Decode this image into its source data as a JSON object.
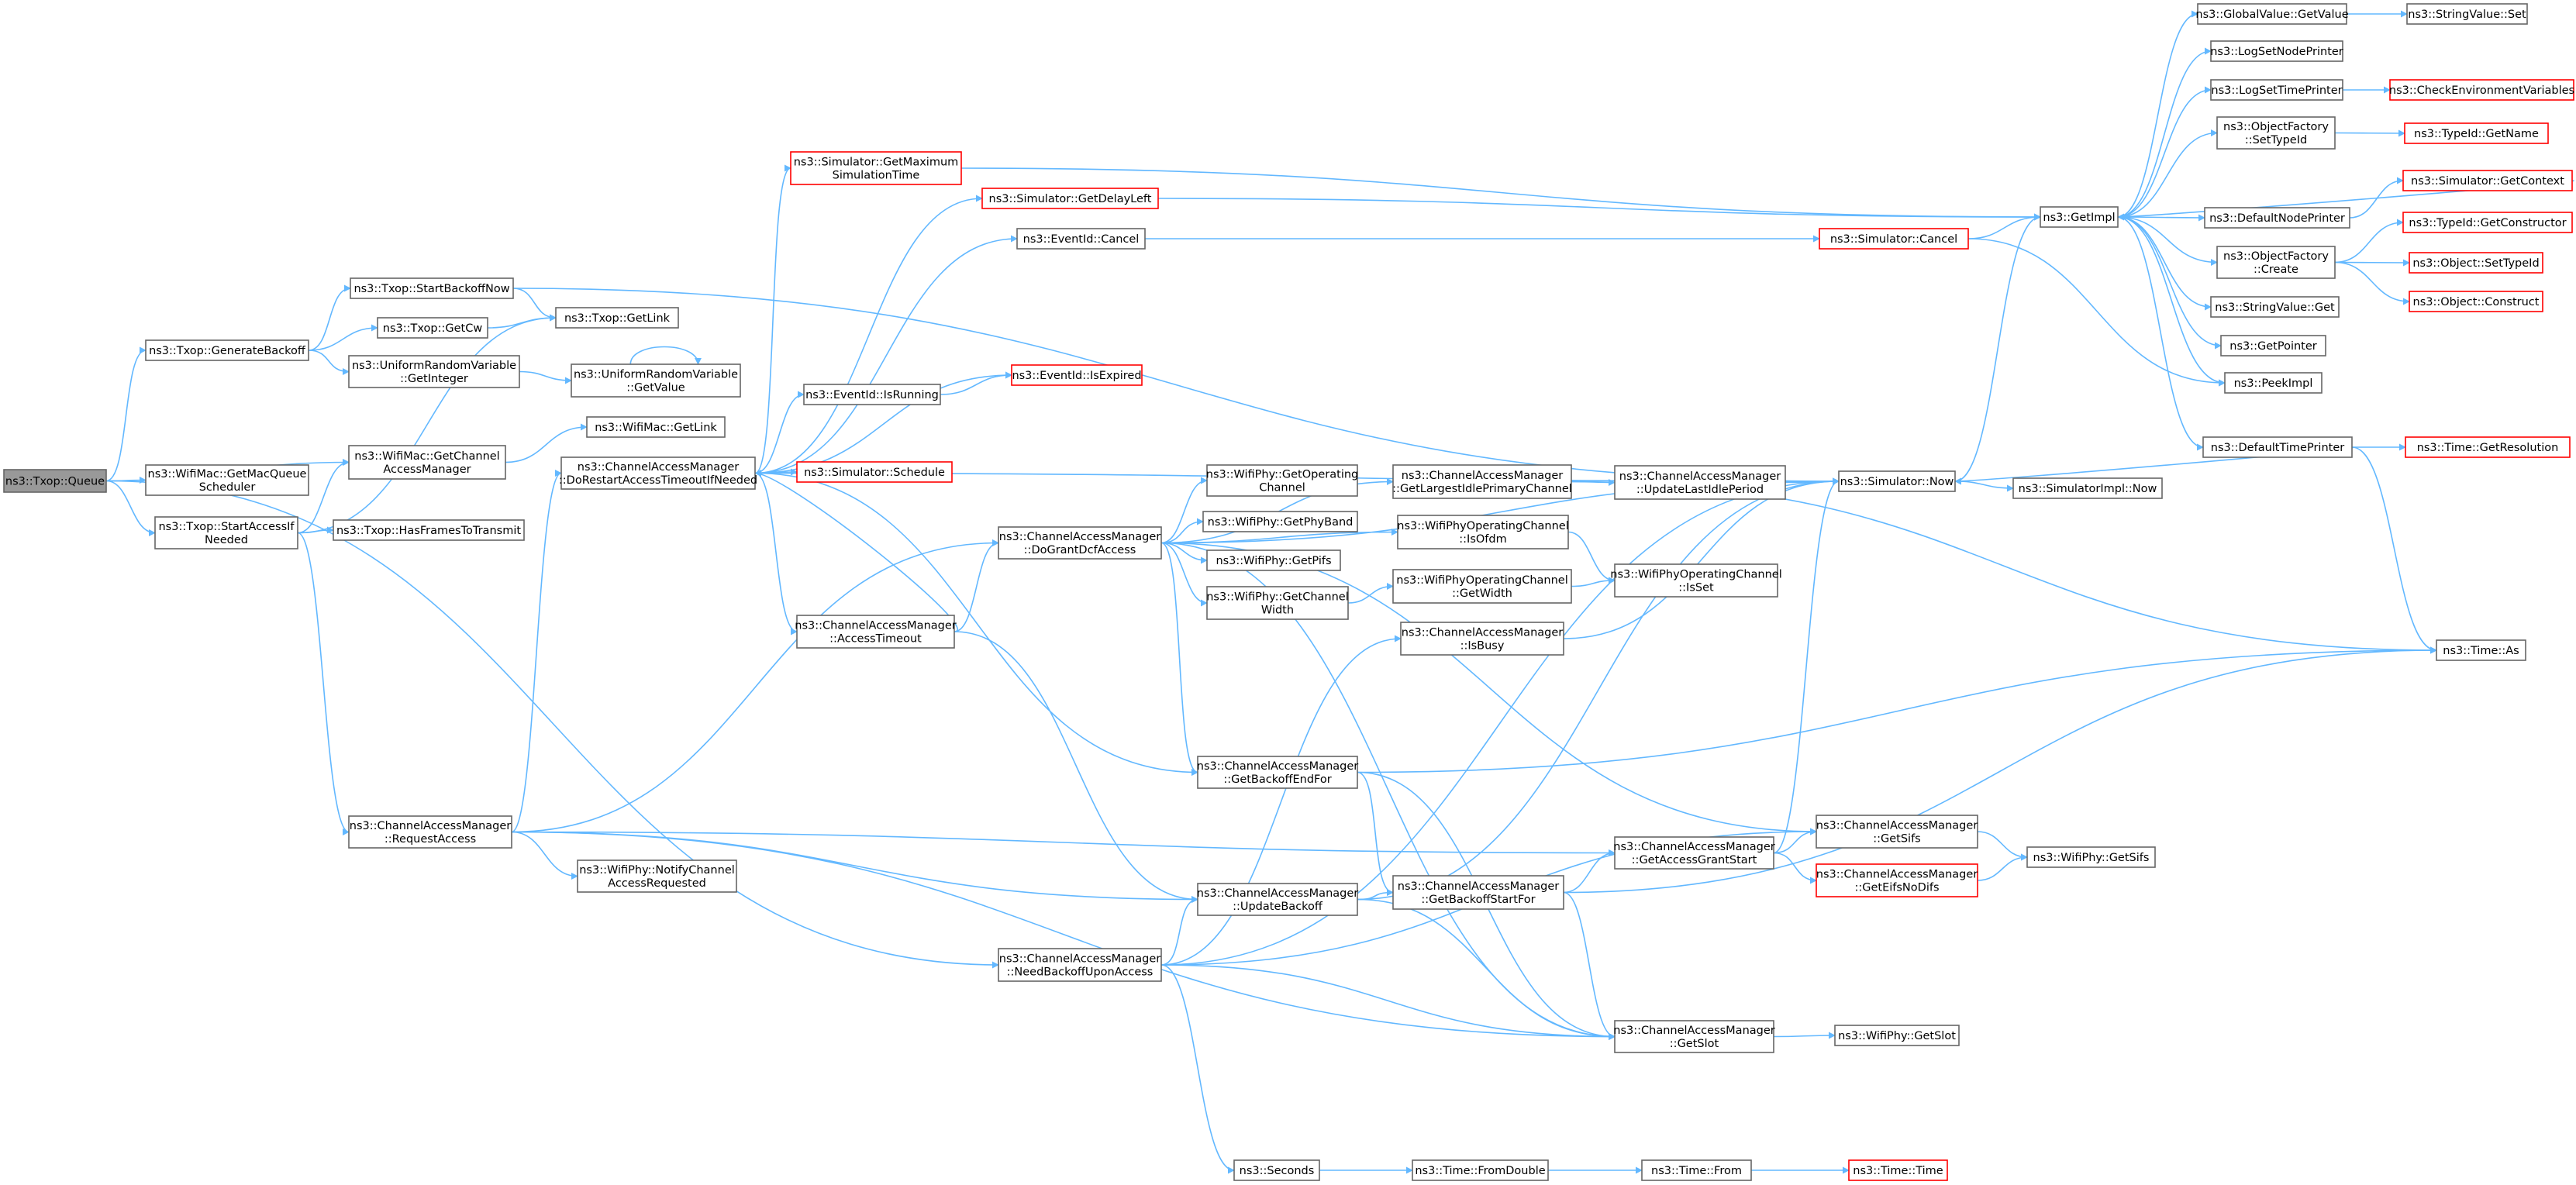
{
  "diagram": {
    "colors": {
      "edge": "#63b8ff",
      "node_border": "#666666",
      "node_border_undocumented": "#ff0000",
      "root_fill": "#999999"
    },
    "nodes": {
      "n_queue": {
        "lines": [
          "ns3::Txop::Queue"
        ],
        "kind": "root"
      },
      "n_genbackoff": {
        "lines": [
          "ns3::Txop::GenerateBackoff"
        ]
      },
      "n_getmacqueue": {
        "lines": [
          "ns3::WifiMac::GetMacQueue",
          "Scheduler"
        ]
      },
      "n_startaccess": {
        "lines": [
          "ns3::Txop::StartAccessIf",
          "Needed"
        ]
      },
      "n_startbackoffnow": {
        "lines": [
          "ns3::Txop::StartBackoffNow"
        ]
      },
      "n_getcw": {
        "lines": [
          "ns3::Txop::GetCw"
        ]
      },
      "n_urv_getinteger": {
        "lines": [
          "ns3::UniformRandomVariable",
          "::GetInteger"
        ]
      },
      "n_getchannelaccessmgr": {
        "lines": [
          "ns3::WifiMac::GetChannel",
          "AccessManager"
        ]
      },
      "n_hasframes": {
        "lines": [
          "ns3::Txop::HasFramesToTransmit"
        ]
      },
      "n_requestaccess": {
        "lines": [
          "ns3::ChannelAccessManager",
          "::RequestAccess"
        ]
      },
      "n_txop_getlink": {
        "lines": [
          "ns3::Txop::GetLink"
        ]
      },
      "n_urv_getvalue": {
        "lines": [
          "ns3::UniformRandomVariable",
          "::GetValue"
        ]
      },
      "n_wifimac_getlink": {
        "lines": [
          "ns3::WifiMac::GetLink"
        ]
      },
      "n_dorestart": {
        "lines": [
          "ns3::ChannelAccessManager",
          "::DoRestartAccessTimeoutIfNeeded"
        ]
      },
      "n_notifychannel": {
        "lines": [
          "ns3::WifiPhy::NotifyChannel",
          "AccessRequested"
        ]
      },
      "n_getmaxsim": {
        "lines": [
          "ns3::Simulator::GetMaximum",
          "SimulationTime"
        ],
        "kind": "red"
      },
      "n_getdelayleft": {
        "lines": [
          "ns3::Simulator::GetDelayLeft"
        ],
        "kind": "red"
      },
      "n_event_cancel": {
        "lines": [
          "ns3::EventId::Cancel"
        ]
      },
      "n_isrunning": {
        "lines": [
          "ns3::EventId::IsRunning"
        ]
      },
      "n_isexpired": {
        "lines": [
          "ns3::EventId::IsExpired"
        ],
        "kind": "red"
      },
      "n_schedule": {
        "lines": [
          "ns3::Simulator::Schedule"
        ],
        "kind": "red"
      },
      "n_dogrant": {
        "lines": [
          "ns3::ChannelAccessManager",
          "::DoGrantDcfAccess"
        ]
      },
      "n_accesstimeout": {
        "lines": [
          "ns3::ChannelAccessManager",
          "::AccessTimeout"
        ]
      },
      "n_needbackoff": {
        "lines": [
          "ns3::ChannelAccessManager",
          "::NeedBackoffUponAccess"
        ]
      },
      "n_seconds": {
        "lines": [
          "ns3::Seconds"
        ]
      },
      "n_getopchannel": {
        "lines": [
          "ns3::WifiPhy::GetOperating",
          "Channel"
        ]
      },
      "n_getphyband": {
        "lines": [
          "ns3::WifiPhy::GetPhyBand"
        ]
      },
      "n_getpifs": {
        "lines": [
          "ns3::WifiPhy::GetPifs"
        ]
      },
      "n_getchannelwidth": {
        "lines": [
          "ns3::WifiPhy::GetChannel",
          "Width"
        ]
      },
      "n_getbackoffend": {
        "lines": [
          "ns3::ChannelAccessManager",
          "::GetBackoffEndFor"
        ]
      },
      "n_updatebackoff": {
        "lines": [
          "ns3::ChannelAccessManager",
          "::UpdateBackoff"
        ]
      },
      "n_fromdouble": {
        "lines": [
          "ns3::Time::FromDouble"
        ]
      },
      "n_largestidle": {
        "lines": [
          "ns3::ChannelAccessManager",
          "::GetLargestIdlePrimaryChannel"
        ]
      },
      "n_isofdm": {
        "lines": [
          "ns3::WifiPhyOperatingChannel",
          "::IsOfdm"
        ]
      },
      "n_getwidth": {
        "lines": [
          "ns3::WifiPhyOperatingChannel",
          "::GetWidth"
        ]
      },
      "n_isbusy": {
        "lines": [
          "ns3::ChannelAccessManager",
          "::IsBusy"
        ]
      },
      "n_backoffstart": {
        "lines": [
          "ns3::ChannelAccessManager",
          "::GetBackoffStartFor"
        ]
      },
      "n_sim_cancel": {
        "lines": [
          "ns3::Simulator::Cancel"
        ],
        "kind": "red"
      },
      "n_updatelastidle": {
        "lines": [
          "ns3::ChannelAccessManager",
          "::UpdateLastIdlePeriod"
        ]
      },
      "n_isset": {
        "lines": [
          "ns3::WifiPhyOperatingChannel",
          "::IsSet"
        ]
      },
      "n_grantstart": {
        "lines": [
          "ns3::ChannelAccessManager",
          "::GetAccessGrantStart"
        ]
      },
      "n_getslot": {
        "lines": [
          "ns3::ChannelAccessManager",
          "::GetSlot"
        ]
      },
      "n_time_from": {
        "lines": [
          "ns3::Time::From"
        ]
      },
      "n_now": {
        "lines": [
          "ns3::Simulator::Now"
        ]
      },
      "n_getsifs": {
        "lines": [
          "ns3::ChannelAccessManager",
          "::GetSifs"
        ]
      },
      "n_geteifs": {
        "lines": [
          "ns3::ChannelAccessManager",
          "::GetEifsNoDifs"
        ],
        "kind": "red"
      },
      "n_phy_getslot": {
        "lines": [
          "ns3::WifiPhy::GetSlot"
        ]
      },
      "n_time_time": {
        "lines": [
          "ns3::Time::Time"
        ],
        "kind": "red"
      },
      "n_simimpl_now": {
        "lines": [
          "ns3::SimulatorImpl::Now"
        ]
      },
      "n_phy_getsifs": {
        "lines": [
          "ns3::WifiPhy::GetSifs"
        ]
      },
      "n_getimpl": {
        "lines": [
          "ns3::GetImpl"
        ]
      },
      "n_gv_getvalue": {
        "lines": [
          "ns3::GlobalValue::GetValue"
        ]
      },
      "n_logsetnode": {
        "lines": [
          "ns3::LogSetNodePrinter"
        ]
      },
      "n_logsettime": {
        "lines": [
          "ns3::LogSetTimePrinter"
        ]
      },
      "n_of_settypeid": {
        "lines": [
          "ns3::ObjectFactory",
          "::SetTypeId"
        ]
      },
      "n_defaultnode": {
        "lines": [
          "ns3::DefaultNodePrinter"
        ]
      },
      "n_of_create": {
        "lines": [
          "ns3::ObjectFactory",
          "::Create"
        ]
      },
      "n_sv_get": {
        "lines": [
          "ns3::StringValue::Get"
        ]
      },
      "n_getpointer": {
        "lines": [
          "ns3::GetPointer"
        ]
      },
      "n_peekimpl": {
        "lines": [
          "ns3::PeekImpl"
        ]
      },
      "n_defaulttime": {
        "lines": [
          "ns3::DefaultTimePrinter"
        ]
      },
      "n_time_as": {
        "lines": [
          "ns3::Time::As"
        ]
      },
      "n_sv_set": {
        "lines": [
          "ns3::StringValue::Set"
        ]
      },
      "n_checkenv": {
        "lines": [
          "ns3::CheckEnvironmentVariables"
        ],
        "kind": "red"
      },
      "n_typeid_getname": {
        "lines": [
          "ns3::TypeId::GetName"
        ],
        "kind": "red"
      },
      "n_getcontext": {
        "lines": [
          "ns3::Simulator::GetContext"
        ],
        "kind": "red"
      },
      "n_getconstructor": {
        "lines": [
          "ns3::TypeId::GetConstructor"
        ],
        "kind": "red"
      },
      "n_obj_settypeid": {
        "lines": [
          "ns3::Object::SetTypeId"
        ],
        "kind": "red"
      },
      "n_obj_construct": {
        "lines": [
          "ns3::Object::Construct"
        ],
        "kind": "red"
      },
      "n_getresolution": {
        "lines": [
          "ns3::Time::GetResolution"
        ],
        "kind": "red"
      }
    },
    "edges": [
      [
        "n_queue",
        "n_genbackoff"
      ],
      [
        "n_queue",
        "n_getmacqueue"
      ],
      [
        "n_queue",
        "n_startaccess"
      ],
      [
        "n_queue",
        "n_getchannelaccessmgr"
      ],
      [
        "n_queue",
        "n_needbackoff"
      ],
      [
        "n_genbackoff",
        "n_startbackoffnow"
      ],
      [
        "n_genbackoff",
        "n_getcw"
      ],
      [
        "n_genbackoff",
        "n_urv_getinteger"
      ],
      [
        "n_startbackoffnow",
        "n_txop_getlink"
      ],
      [
        "n_startbackoffnow",
        "n_now"
      ],
      [
        "n_getcw",
        "n_txop_getlink"
      ],
      [
        "n_urv_getinteger",
        "n_urv_getvalue"
      ],
      [
        "n_urv_getvalue",
        "n_urv_getvalue"
      ],
      [
        "n_startaccess",
        "n_txop_getlink"
      ],
      [
        "n_startaccess",
        "n_getchannelaccessmgr"
      ],
      [
        "n_startaccess",
        "n_hasframes"
      ],
      [
        "n_startaccess",
        "n_requestaccess"
      ],
      [
        "n_getchannelaccessmgr",
        "n_wifimac_getlink"
      ],
      [
        "n_requestaccess",
        "n_dorestart"
      ],
      [
        "n_requestaccess",
        "n_notifychannel"
      ],
      [
        "n_requestaccess",
        "n_dogrant"
      ],
      [
        "n_requestaccess",
        "n_updatebackoff"
      ],
      [
        "n_requestaccess",
        "n_grantstart"
      ],
      [
        "n_requestaccess",
        "n_getslot"
      ],
      [
        "n_dorestart",
        "n_getmaxsim"
      ],
      [
        "n_dorestart",
        "n_getdelayleft"
      ],
      [
        "n_dorestart",
        "n_event_cancel"
      ],
      [
        "n_dorestart",
        "n_isrunning"
      ],
      [
        "n_dorestart",
        "n_isexpired"
      ],
      [
        "n_dorestart",
        "n_schedule"
      ],
      [
        "n_dorestart",
        "n_accesstimeout"
      ],
      [
        "n_dorestart",
        "n_now"
      ],
      [
        "n_dorestart",
        "n_getbackoffend"
      ],
      [
        "n_accesstimeout",
        "n_dorestart"
      ],
      [
        "n_accesstimeout",
        "n_dogrant"
      ],
      [
        "n_accesstimeout",
        "n_updatebackoff"
      ],
      [
        "n_isrunning",
        "n_isexpired"
      ],
      [
        "n_getmaxsim",
        "n_getimpl"
      ],
      [
        "n_getdelayleft",
        "n_getimpl"
      ],
      [
        "n_event_cancel",
        "n_sim_cancel"
      ],
      [
        "n_sim_cancel",
        "n_getimpl"
      ],
      [
        "n_sim_cancel",
        "n_peekimpl"
      ],
      [
        "n_dogrant",
        "n_getopchannel"
      ],
      [
        "n_dogrant",
        "n_getphyband"
      ],
      [
        "n_dogrant",
        "n_getpifs"
      ],
      [
        "n_dogrant",
        "n_getchannelwidth"
      ],
      [
        "n_dogrant",
        "n_largestidle"
      ],
      [
        "n_dogrant",
        "n_isofdm"
      ],
      [
        "n_dogrant",
        "n_getbackoffend"
      ],
      [
        "n_dogrant",
        "n_getsifs"
      ],
      [
        "n_dogrant",
        "n_getslot"
      ],
      [
        "n_dogrant",
        "n_now"
      ],
      [
        "n_getchannelwidth",
        "n_getwidth"
      ],
      [
        "n_getwidth",
        "n_isset"
      ],
      [
        "n_isofdm",
        "n_isset"
      ],
      [
        "n_largestidle",
        "n_updatelastidle"
      ],
      [
        "n_largestidle",
        "n_time_as"
      ],
      [
        "n_updatelastidle",
        "n_now"
      ],
      [
        "n_needbackoff",
        "n_isbusy"
      ],
      [
        "n_needbackoff",
        "n_updatebackoff"
      ],
      [
        "n_needbackoff",
        "n_getsifs"
      ],
      [
        "n_needbackoff",
        "n_getslot"
      ],
      [
        "n_needbackoff",
        "n_seconds"
      ],
      [
        "n_needbackoff",
        "n_now"
      ],
      [
        "n_isbusy",
        "n_now"
      ],
      [
        "n_getbackoffend",
        "n_backoffstart"
      ],
      [
        "n_getbackoffend",
        "n_getslot"
      ],
      [
        "n_getbackoffend",
        "n_time_as"
      ],
      [
        "n_updatebackoff",
        "n_backoffstart"
      ],
      [
        "n_updatebackoff",
        "n_getslot"
      ],
      [
        "n_updatebackoff",
        "n_now"
      ],
      [
        "n_backoffstart",
        "n_grantstart"
      ],
      [
        "n_backoffstart",
        "n_getslot"
      ],
      [
        "n_backoffstart",
        "n_time_as"
      ],
      [
        "n_grantstart",
        "n_getsifs"
      ],
      [
        "n_grantstart",
        "n_geteifs"
      ],
      [
        "n_grantstart",
        "n_now"
      ],
      [
        "n_getsifs",
        "n_phy_getsifs"
      ],
      [
        "n_geteifs",
        "n_phy_getsifs"
      ],
      [
        "n_getslot",
        "n_phy_getslot"
      ],
      [
        "n_seconds",
        "n_fromdouble"
      ],
      [
        "n_fromdouble",
        "n_time_from"
      ],
      [
        "n_time_from",
        "n_time_time"
      ],
      [
        "n_now",
        "n_getimpl"
      ],
      [
        "n_now",
        "n_simimpl_now"
      ],
      [
        "n_getimpl",
        "n_gv_getvalue"
      ],
      [
        "n_getimpl",
        "n_logsetnode"
      ],
      [
        "n_getimpl",
        "n_logsettime"
      ],
      [
        "n_getimpl",
        "n_of_settypeid"
      ],
      [
        "n_getimpl",
        "n_defaultnode"
      ],
      [
        "n_getimpl",
        "n_of_create"
      ],
      [
        "n_getimpl",
        "n_sv_get"
      ],
      [
        "n_getimpl",
        "n_getpointer"
      ],
      [
        "n_getimpl",
        "n_peekimpl"
      ],
      [
        "n_getimpl",
        "n_defaulttime"
      ],
      [
        "n_getcontext",
        "n_getimpl"
      ],
      [
        "n_gv_getvalue",
        "n_sv_set"
      ],
      [
        "n_logsettime",
        "n_checkenv"
      ],
      [
        "n_of_settypeid",
        "n_typeid_getname"
      ],
      [
        "n_defaultnode",
        "n_getcontext"
      ],
      [
        "n_of_create",
        "n_getconstructor"
      ],
      [
        "n_of_create",
        "n_obj_settypeid"
      ],
      [
        "n_of_create",
        "n_obj_construct"
      ],
      [
        "n_defaulttime",
        "n_now"
      ],
      [
        "n_defaulttime",
        "n_getresolution"
      ],
      [
        "n_defaulttime",
        "n_time_as"
      ]
    ]
  }
}
